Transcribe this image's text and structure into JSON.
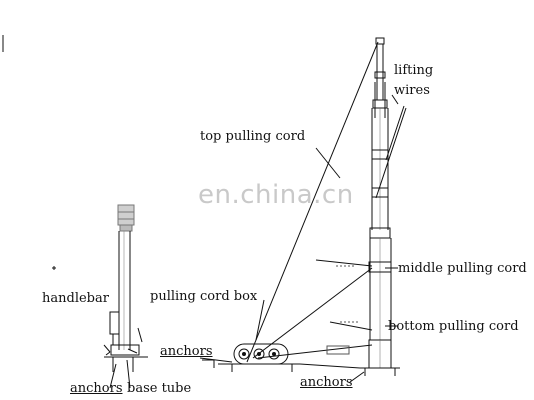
{
  "colors": {
    "ink": "#111111",
    "watermark": "#c9c9c9"
  },
  "watermark": "en.china.cn",
  "labels": {
    "lifting_wires_1": "lifting",
    "lifting_wires_2": "wires",
    "top_pulling_cord": "top pulling cord",
    "middle_pulling_cord": "middle pulling cord",
    "bottom_pulling_cord": "bottom pulling cord",
    "handlebar": "handlebar",
    "pulling_cord_box": "pulling cord box",
    "anchors_middle": "anchors",
    "anchors_left": "anchors",
    "anchors_right": "anchors",
    "base_tube": "base tube"
  }
}
